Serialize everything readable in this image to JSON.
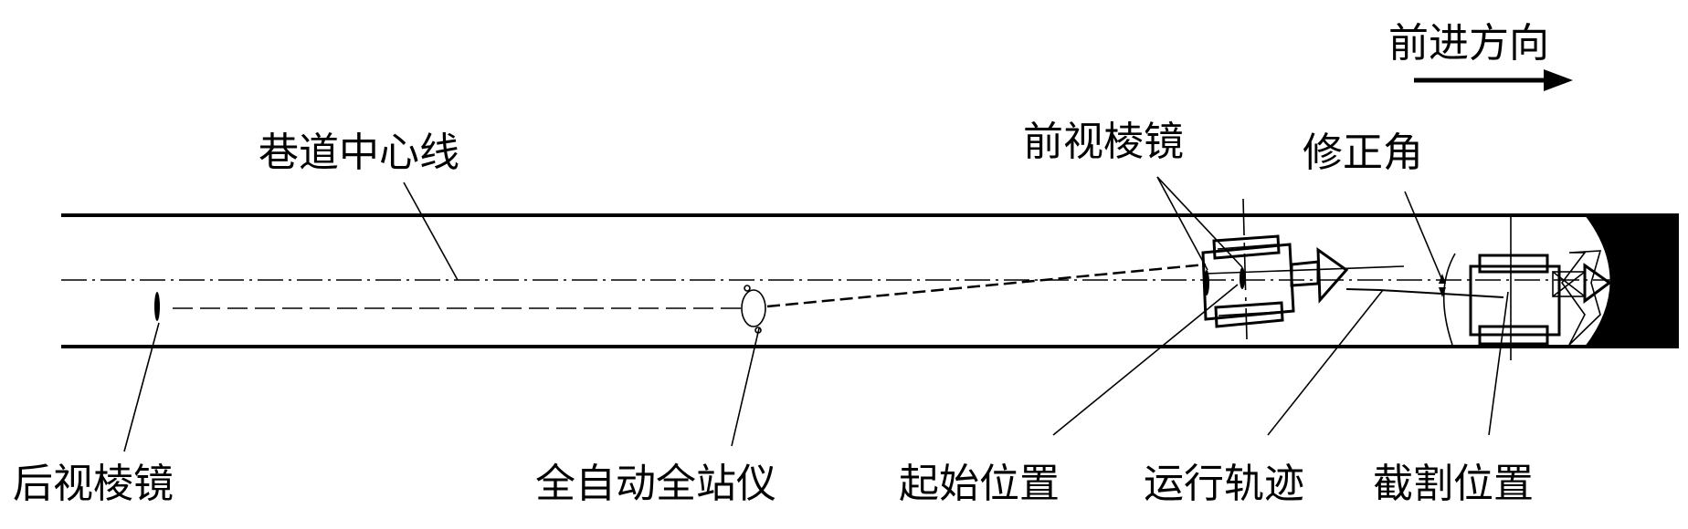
{
  "labels": {
    "direction": "前进方向",
    "centerline": "巷道中心线",
    "front_prism": "前视棱镜",
    "correction_angle": "修正角",
    "rear_prism": "后视棱镜",
    "total_station": "全自动全站仪",
    "start_position": "起始位置",
    "trajectory": "运行轨迹",
    "cutting_position": "截割位置"
  }
}
